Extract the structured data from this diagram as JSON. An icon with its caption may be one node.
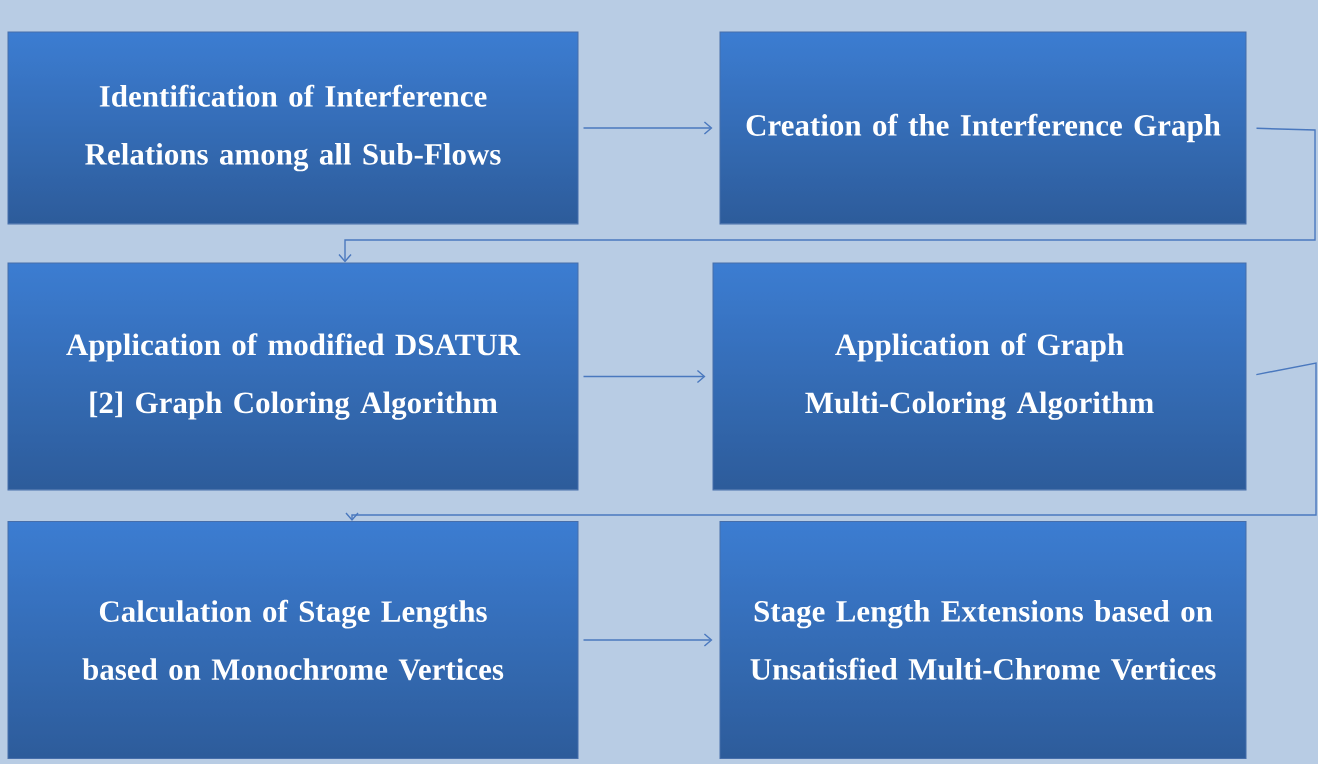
{
  "diagram": {
    "nodes": [
      {
        "text": [
          "Identification of Interference Relations among all Sub-Flows"
        ]
      },
      {
        "text": [
          "Creation of the Interference Graph"
        ]
      },
      {
        "text": [
          "Application of modified DSATUR [2] Graph Coloring Algorithm"
        ]
      },
      {
        "text": [
          "Application of Graph Multi-Coloring Algorithm"
        ]
      },
      {
        "text": [
          "Calculation of Stage Lengths based on Monochrome Vertices"
        ]
      },
      {
        "text": [
          "Stage Length Extensions based on Unsatisfied Multi-Chrome Vertices"
        ]
      }
    ],
    "edges": [
      {
        "from": 0,
        "to": 1,
        "arrow": "to"
      },
      {
        "from": 1,
        "to": 2,
        "arrow": "to"
      },
      {
        "from": 2,
        "to": 3,
        "arrow": "to"
      },
      {
        "from": 3,
        "to": 4,
        "arrow": "to"
      },
      {
        "from": 4,
        "to": 5,
        "arrow": "to"
      }
    ]
  }
}
